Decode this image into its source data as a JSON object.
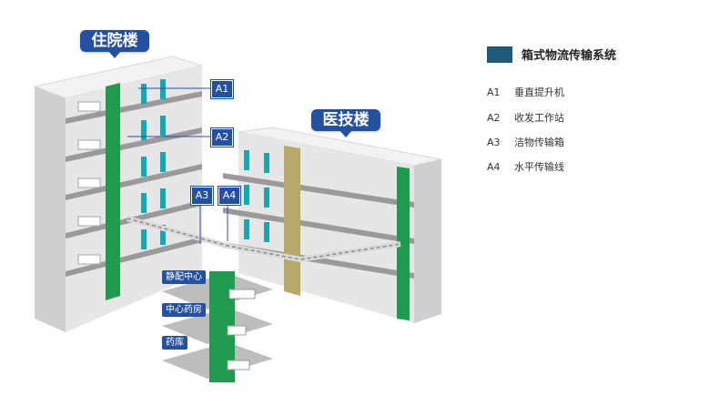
{
  "buildings": {
    "inpatient_label": "住院楼",
    "medtech_label": "医技楼"
  },
  "markers": [
    "A1",
    "A2",
    "A3",
    "A4"
  ],
  "floors": {
    "pharmacy_iv": "静配中心",
    "central_pharmacy": "中心药房",
    "drug_storage": "药库"
  },
  "legend": {
    "title": "箱式物流传输系统",
    "color": "#1f5a7a",
    "items": [
      {
        "code": "A1",
        "label": "垂直提升机"
      },
      {
        "code": "A2",
        "label": "收发工作站"
      },
      {
        "code": "A3",
        "label": "洁物传输箱"
      },
      {
        "code": "A4",
        "label": "水平传输线"
      }
    ]
  },
  "colors": {
    "accent": "#2450a0",
    "shaft_green": "#1f9a4e",
    "door_teal": "#1aa6b0"
  }
}
